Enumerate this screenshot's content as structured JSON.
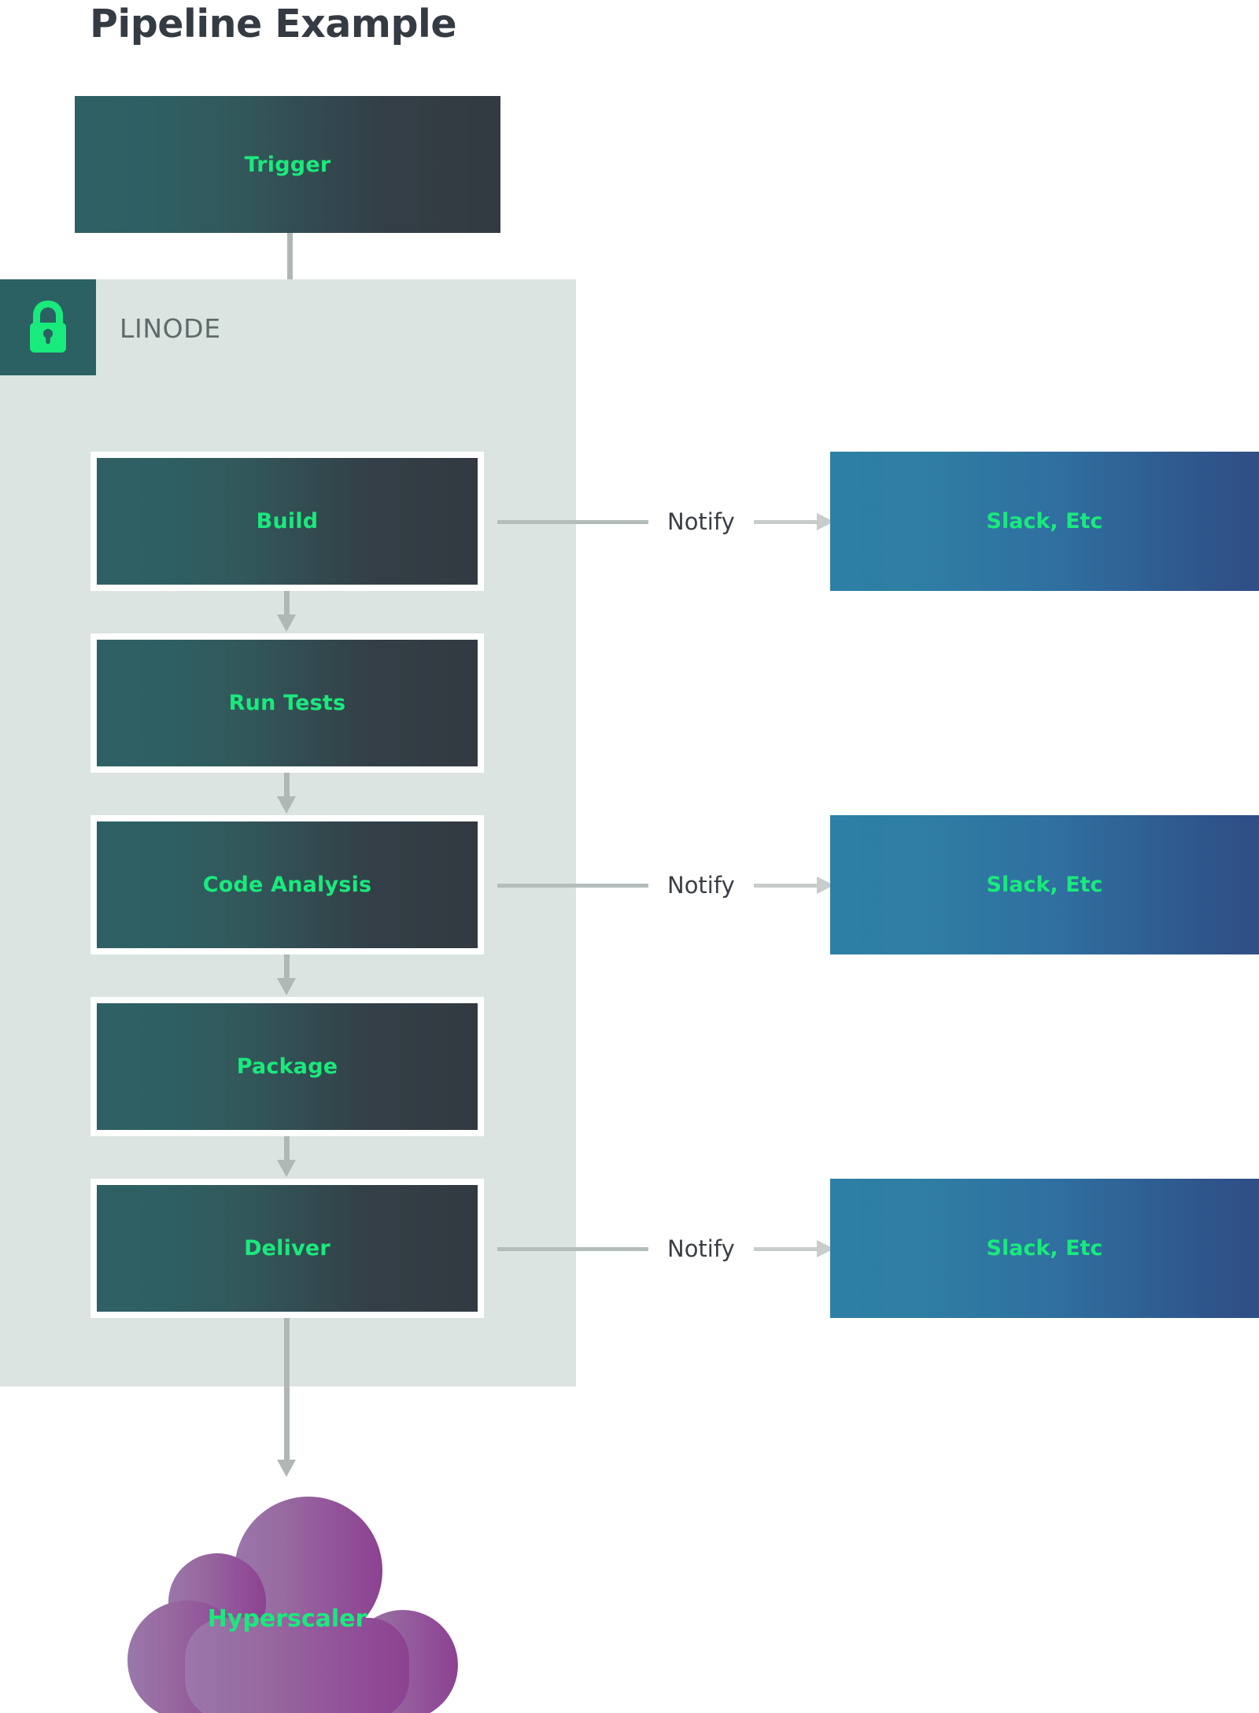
{
  "title": "Pipeline Example",
  "colors": {
    "accent_green": "#19ea7c",
    "panel_bg": "#dbe4e1",
    "lock_tile": "#2c6164",
    "stage_gradient_from": "#2f6065",
    "stage_gradient_to": "#333a41",
    "slack_gradient_from": "#2e7fa5",
    "slack_gradient_to": "#2f4f86",
    "cloud_from": "#9a71a9",
    "cloud_to": "#8e3f8c",
    "connector": "#b0b8b7",
    "title_text": "#353b43",
    "panel_label_text": "#5f6b6b",
    "notify_text": "#3a3f45"
  },
  "trigger": {
    "label": "Trigger"
  },
  "panel": {
    "label": "LINODE",
    "icon": "lock-icon"
  },
  "stages": [
    {
      "label": "Build"
    },
    {
      "label": "Run Tests"
    },
    {
      "label": "Code Analysis"
    },
    {
      "label": "Package"
    },
    {
      "label": "Deliver"
    }
  ],
  "notifications": [
    {
      "label": "Notify",
      "target": "Slack, Etc"
    },
    {
      "label": "Notify",
      "target": "Slack, Etc"
    },
    {
      "label": "Notify",
      "target": "Slack, Etc"
    }
  ],
  "cloud": {
    "label": "Hyperscaler"
  }
}
